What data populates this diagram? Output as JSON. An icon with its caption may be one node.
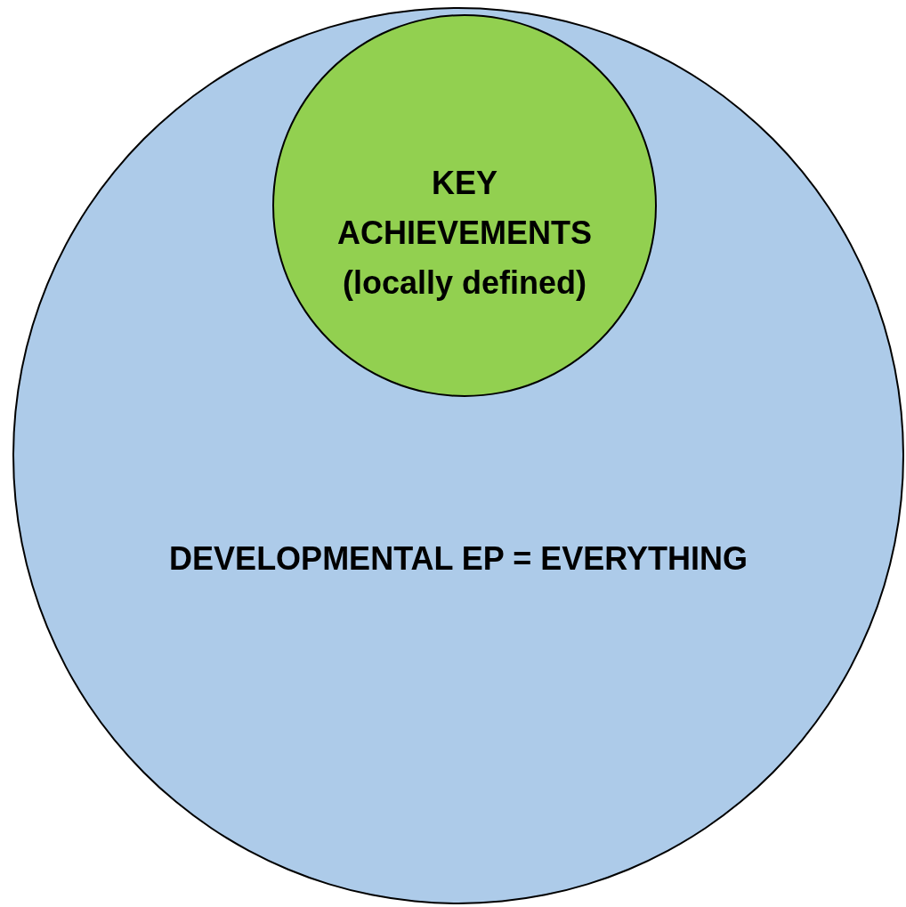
{
  "diagram": {
    "nodes": [
      {
        "text": [
          "DEVELOPMENTAL EP = EVERYTHING"
        ]
      },
      {
        "text": [
          "KEY ACHIEVEMENTS",
          "(locally defined)"
        ],
        "in": 0
      }
    ]
  }
}
